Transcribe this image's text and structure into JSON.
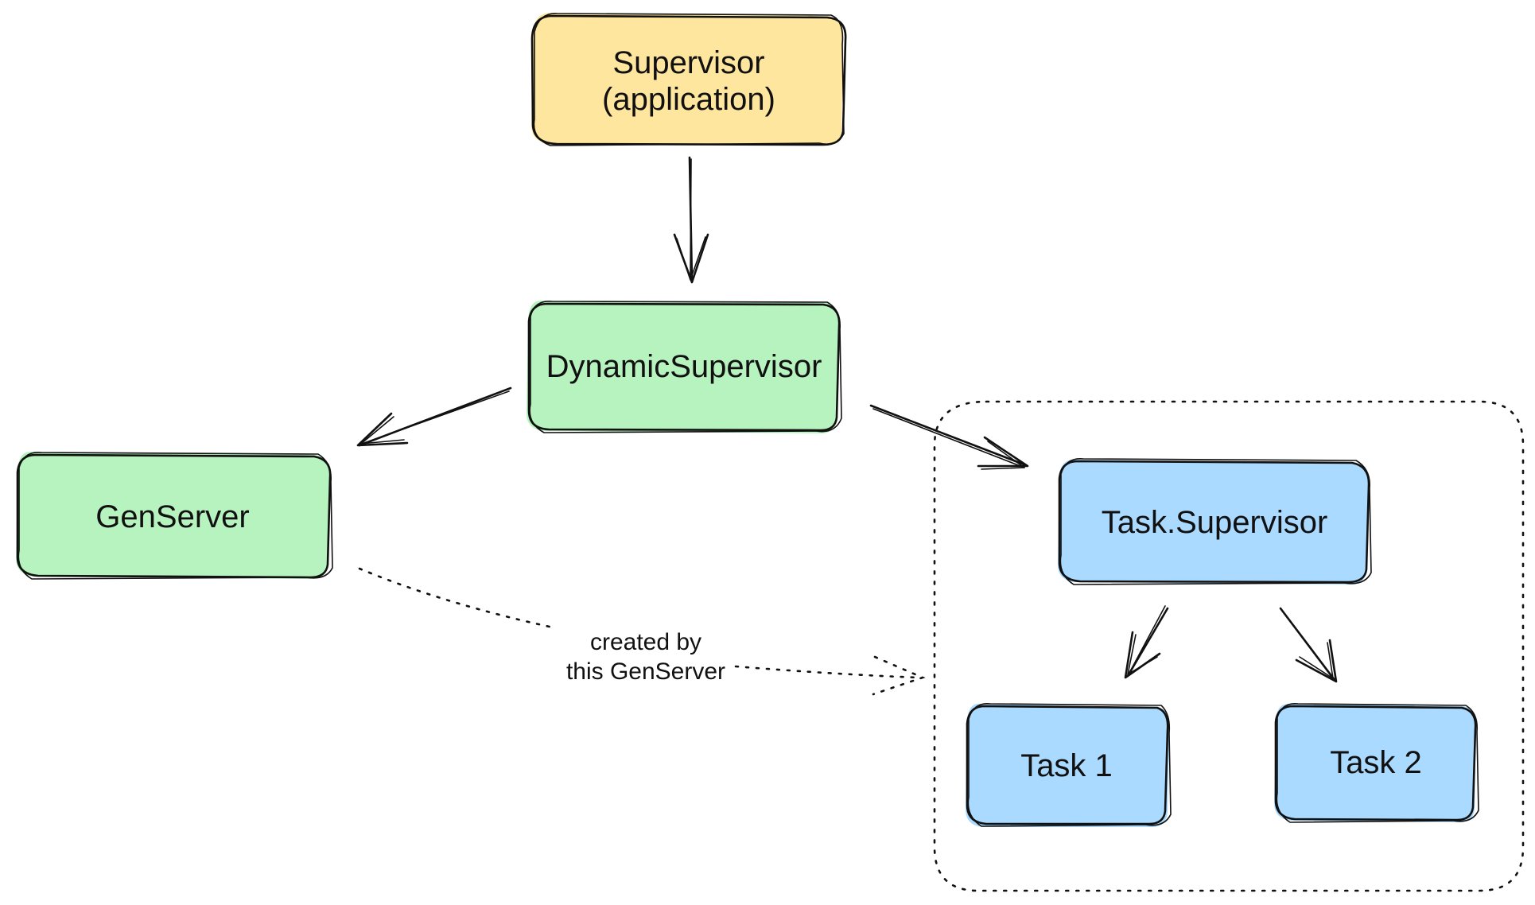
{
  "nodes": {
    "supervisor": {
      "label_line1": "Supervisor",
      "label_line2": "(application)",
      "fill": "#ffe599"
    },
    "dynamic_supervisor": {
      "label": "DynamicSupervisor",
      "fill": "#b2f2bb"
    },
    "genserver": {
      "label": "GenServer",
      "fill": "#b2f2bb"
    },
    "task_supervisor": {
      "label": "Task.Supervisor",
      "fill": "#a5d8ff"
    },
    "task1": {
      "label": "Task 1",
      "fill": "#a5d8ff"
    },
    "task2": {
      "label": "Task 2",
      "fill": "#a5d8ff"
    }
  },
  "edges": {
    "created_by": {
      "label_line1": "created by",
      "label_line2": "this GenServer"
    }
  }
}
